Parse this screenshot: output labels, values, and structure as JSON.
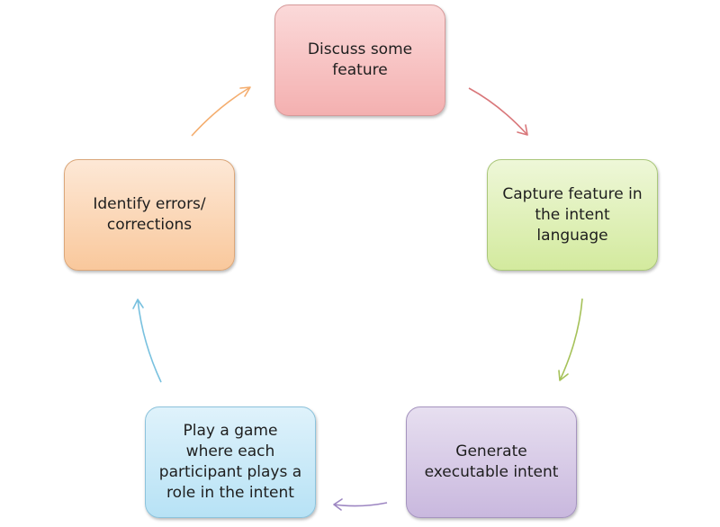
{
  "diagram": {
    "nodes": [
      {
        "id": "n1",
        "label": "Discuss some feature",
        "lines": [
          "Discuss some",
          "feature"
        ]
      },
      {
        "id": "n2",
        "label": "Capture feature in the intent language",
        "lines": [
          "Capture feature in",
          "the intent",
          "language"
        ]
      },
      {
        "id": "n3",
        "label": "Generate executable intent",
        "lines": [
          "Generate",
          "executable intent"
        ]
      },
      {
        "id": "n4",
        "label": "Play a game where each participant plays a role in the intent",
        "lines": [
          "Play a game",
          "where each",
          "participant plays a",
          "role in the intent"
        ]
      },
      {
        "id": "n5",
        "label": "Identify errors/ corrections",
        "lines": [
          "Identify errors/",
          "corrections"
        ]
      }
    ],
    "edges": [
      {
        "from": "n1",
        "to": "n2",
        "color": "#d9777a"
      },
      {
        "from": "n2",
        "to": "n3",
        "color": "#a6c25a"
      },
      {
        "from": "n3",
        "to": "n4",
        "color": "#9d86c2"
      },
      {
        "from": "n4",
        "to": "n5",
        "color": "#79c1df"
      },
      {
        "from": "n5",
        "to": "n1",
        "color": "#f4ad6e"
      }
    ],
    "colors": {
      "n1": "#f4b0b0",
      "n2": "#d3ea9e",
      "n3": "#c9b8de",
      "n4": "#b7e2f5",
      "n5": "#f9c89c"
    }
  }
}
